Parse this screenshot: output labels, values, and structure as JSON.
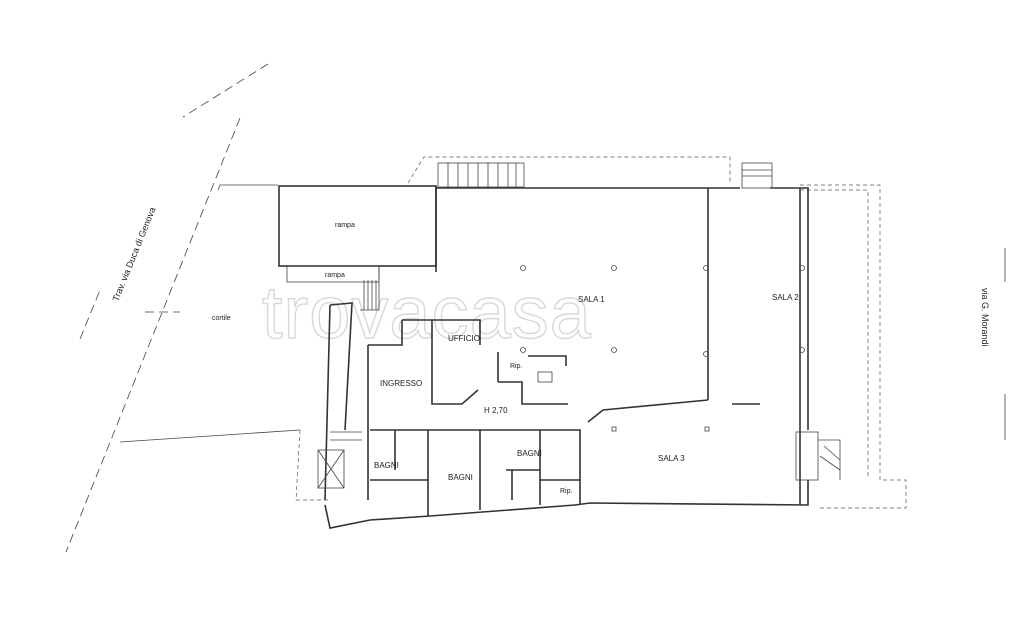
{
  "watermark": "trovacasa",
  "streets": {
    "left": "Trav. via Duca di Genova",
    "right": "via G. Morandi"
  },
  "rooms": {
    "cortile": "cortile",
    "rampa_upper": "rampa",
    "rampa_lower": "rampa",
    "sala1": "SALA 1",
    "sala2": "SALA 2",
    "sala3": "SALA 3",
    "ufficio": "UFFICIO",
    "ingresso": "INGRESSO",
    "height": "H 2,70",
    "rip1": "Rip.",
    "rip2": "Rip.",
    "bagni1": "BAGNI",
    "bagni2": "BAGNI",
    "bagni3": "BAGNI"
  }
}
